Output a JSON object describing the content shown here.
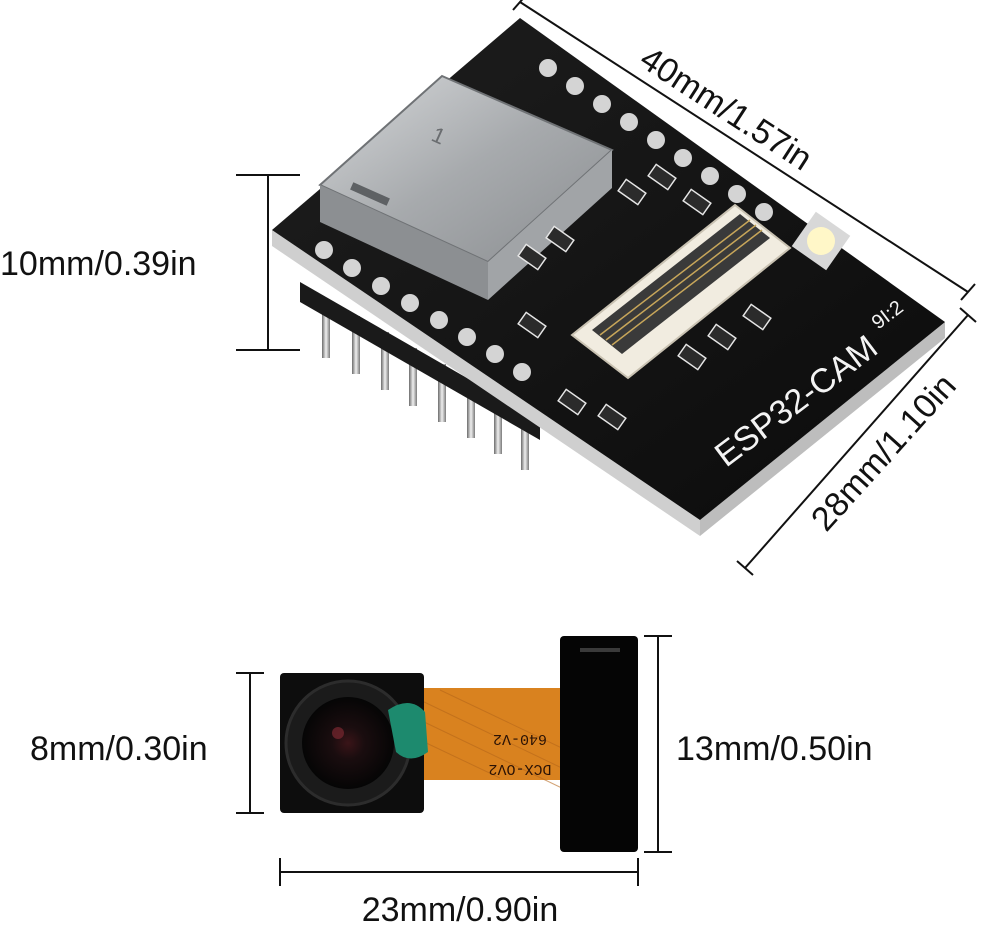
{
  "board": {
    "silkscreen_title": "ESP32-CAM",
    "corner_mark": "9I:2"
  },
  "camera_module": {
    "flex_line_1": "640-V2",
    "flex_line_2": "DCX-OV2"
  },
  "dimensions": {
    "board_length": "40mm/1.57in",
    "board_width": "28mm/1.10in",
    "board_height": "10mm/0.39in",
    "camera_lens_width": "8mm/0.30in",
    "camera_height": "13mm/0.50in",
    "camera_length": "23mm/0.90in"
  },
  "colors": {
    "pcb": "#141414",
    "flex_cable": "#d9821f",
    "lens_tab": "#1d8a6e",
    "sd_slot": "#b9bcbf",
    "led": "#fff7c8"
  }
}
